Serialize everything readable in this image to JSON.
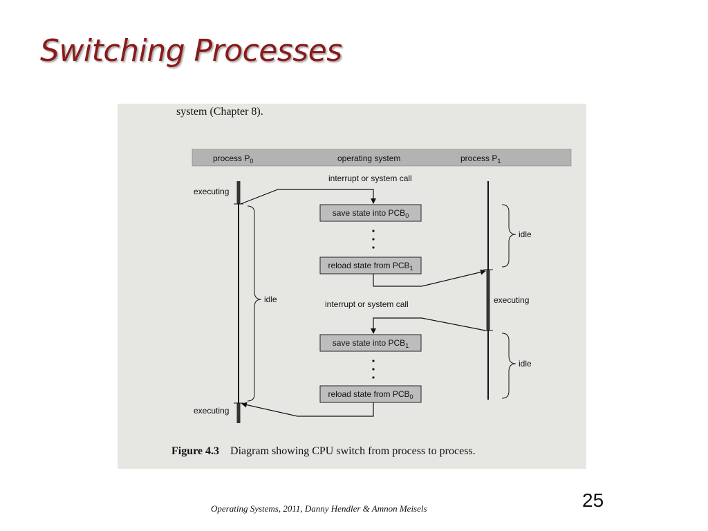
{
  "slide": {
    "title": "Switching Processes",
    "footer": "Operating Systems,  2011, Danny Hendler  &  Amnon Meisels",
    "page_number": "25"
  },
  "scan": {
    "page_text": "system (Chapter 8)."
  },
  "diagram": {
    "header": {
      "p0_label": "process P",
      "p0_sub": "0",
      "os_label": "operating system",
      "p1_label": "process P",
      "p1_sub": "1"
    },
    "labels": {
      "interrupt_1": "interrupt or system call",
      "interrupt_2": "interrupt or system call",
      "executing_p0_top": "executing",
      "executing_p0_bottom": "executing",
      "executing_p1": "executing",
      "idle_p0": "idle",
      "idle_p1_top": "idle",
      "idle_p1_bottom": "idle"
    },
    "steps": [
      {
        "label": "save state into PCB",
        "sub": "0"
      },
      {
        "label": "reload state from PCB",
        "sub": "1"
      },
      {
        "label": "save state into PCB",
        "sub": "1"
      },
      {
        "label": "reload state from PCB",
        "sub": "0"
      }
    ],
    "colors": {
      "header_fill": "#b3b3b3",
      "box_fill": "#bdbdbd",
      "line": "#111111"
    }
  },
  "caption": {
    "figure_number": "Figure 4.3",
    "text": "Diagram showing CPU switch from process to process."
  }
}
